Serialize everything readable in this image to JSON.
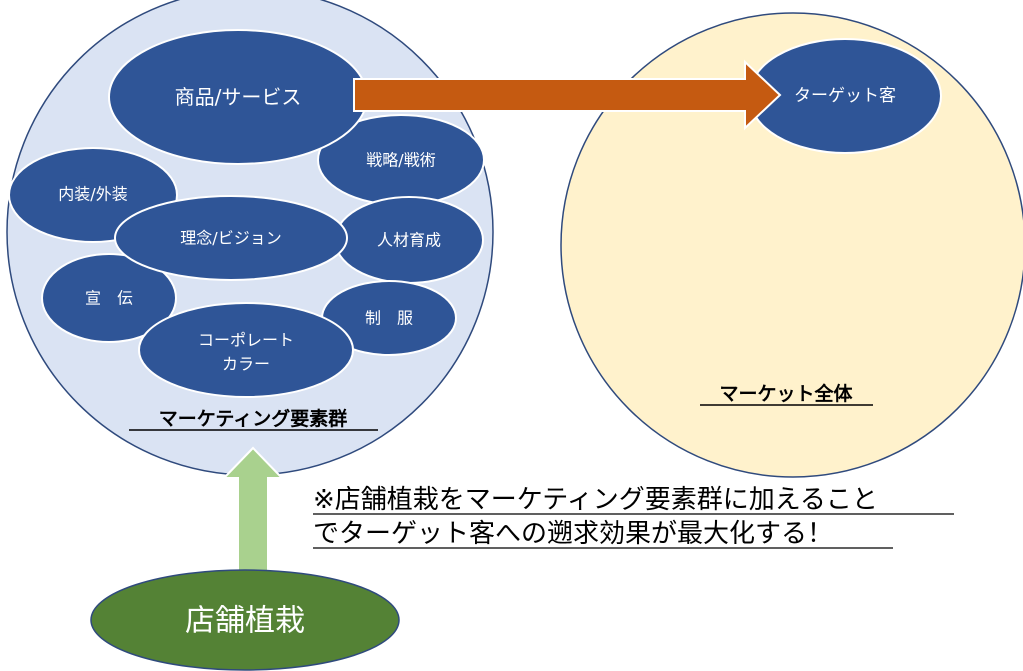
{
  "marketing_group": {
    "title": "マーケティング要素群",
    "elements": {
      "product": "商品/サービス",
      "strategy": "戦略/戦術",
      "interior": "内装/外装",
      "philosophy": "理念/ビジョン",
      "hr": "人材育成",
      "promotion": "宣　伝",
      "uniform": "制　服",
      "corporate_color_line1": "コーポレート",
      "corporate_color_line2": "カラー"
    }
  },
  "market": {
    "title": "マーケット全体",
    "target": "ターゲット客"
  },
  "planting": {
    "label": "店舗植栽"
  },
  "note": {
    "line1": "※店舗植栽をマーケティング要素群に加えること",
    "line2": "でターゲット客への遡求効果が最大化する！"
  },
  "colors": {
    "left_circle_fill": "#dae3f3",
    "right_circle_fill": "#fff2cc",
    "circle_stroke": "#2f4a7d",
    "pill_fill": "#2f5597",
    "pill_stroke": "#ffffff",
    "arrow_orange": "#c55a11",
    "arrow_green": "#a9d18e",
    "planting_fill": "#548235"
  }
}
